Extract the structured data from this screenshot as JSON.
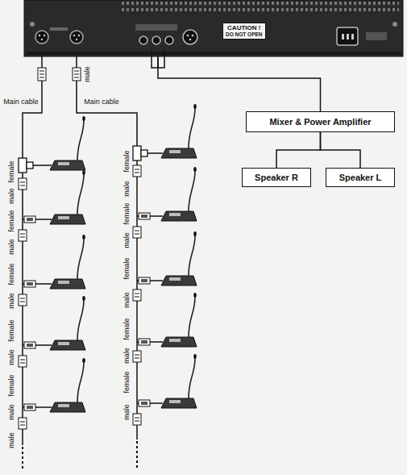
{
  "diagram": {
    "nodes": [
      {
        "text": [
          "CAUTION !",
          "DO NOT OPEN"
        ]
      },
      {
        "text": [
          "Mixer & Power Amplifier"
        ]
      },
      {
        "text": [
          "Speaker R"
        ]
      },
      {
        "text": [
          "Speaker L"
        ]
      }
    ],
    "edges": [
      {
        "from": 0,
        "to": 1,
        "arrow": "none"
      },
      {
        "from": 1,
        "to": 2,
        "arrow": "none"
      },
      {
        "from": 1,
        "to": 3,
        "arrow": "none"
      }
    ],
    "labels": [
      "Main cable",
      "male",
      "Main cable",
      "female",
      "male",
      "female",
      "male",
      "female",
      "male",
      "female",
      "male",
      "female",
      "male",
      "male",
      "female",
      "male",
      "female",
      "male",
      "female",
      "male",
      "female",
      "male",
      "female",
      "male"
    ]
  }
}
